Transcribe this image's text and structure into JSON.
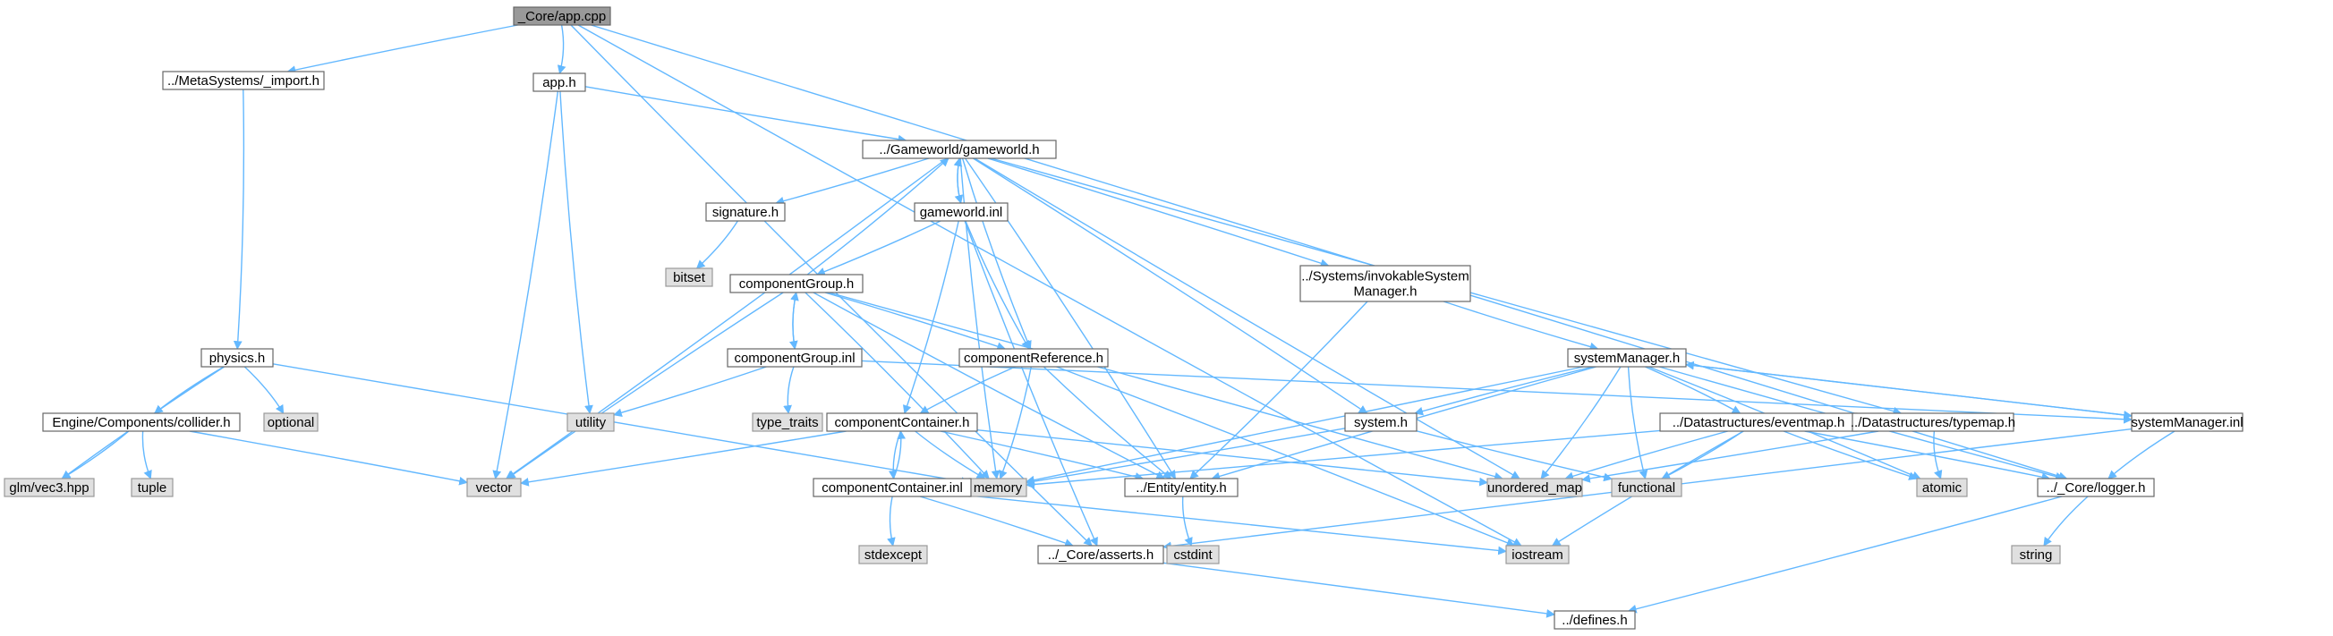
{
  "colors": {
    "edge": "#63b8ff",
    "root_fill": "#999999",
    "root_stroke": "#666666",
    "node_fill": "#ffffff",
    "node_stroke": "#666666",
    "external_fill": "#e0e0e0",
    "external_stroke": "#999999",
    "text": "#000000"
  },
  "nodes": [
    {
      "id": "app_cpp",
      "label": "_Core/app.cpp",
      "kind": "root"
    },
    {
      "id": "import_h",
      "label": "../MetaSystems/_import.h",
      "kind": "file"
    },
    {
      "id": "app_h",
      "label": "app.h",
      "kind": "file"
    },
    {
      "id": "gameworld_h",
      "label": "../Gameworld/gameworld.h",
      "kind": "file"
    },
    {
      "id": "signature_h",
      "label": "signature.h",
      "kind": "file"
    },
    {
      "id": "gameworld_inl",
      "label": "gameworld.inl",
      "kind": "file"
    },
    {
      "id": "bitset",
      "label": "bitset",
      "kind": "external"
    },
    {
      "id": "componentGroup_h",
      "label": "componentGroup.h",
      "kind": "file"
    },
    {
      "id": "invokable_h",
      "label": "../Systems/invokableSystem\nManager.h",
      "kind": "file"
    },
    {
      "id": "physics_h",
      "label": "physics.h",
      "kind": "file"
    },
    {
      "id": "componentGroup_inl",
      "label": "componentGroup.inl",
      "kind": "file"
    },
    {
      "id": "componentReference_h",
      "label": "componentReference.h",
      "kind": "file"
    },
    {
      "id": "systemManager_h",
      "label": "systemManager.h",
      "kind": "file"
    },
    {
      "id": "collider_h",
      "label": "Engine/Components/collider.h",
      "kind": "file"
    },
    {
      "id": "optional",
      "label": "optional",
      "kind": "external"
    },
    {
      "id": "utility",
      "label": "utility",
      "kind": "external"
    },
    {
      "id": "type_traits",
      "label": "type_traits",
      "kind": "external"
    },
    {
      "id": "componentContainer_h",
      "label": "componentContainer.h",
      "kind": "file"
    },
    {
      "id": "system_h",
      "label": "system.h",
      "kind": "file"
    },
    {
      "id": "eventmap_h",
      "label": "../Datastructures/eventmap.h",
      "kind": "file"
    },
    {
      "id": "typemap_h",
      "label": "../Datastructures/typemap.h",
      "kind": "file"
    },
    {
      "id": "systemManager_inl",
      "label": "systemManager.inl",
      "kind": "file"
    },
    {
      "id": "glm_vec3",
      "label": "glm/vec3.hpp",
      "kind": "external"
    },
    {
      "id": "tuple",
      "label": "tuple",
      "kind": "external"
    },
    {
      "id": "vector",
      "label": "vector",
      "kind": "external"
    },
    {
      "id": "memory",
      "label": "memory",
      "kind": "external"
    },
    {
      "id": "componentContainer_inl",
      "label": "componentContainer.inl",
      "kind": "file"
    },
    {
      "id": "entity_h",
      "label": "../Entity/entity.h",
      "kind": "file"
    },
    {
      "id": "unordered_map",
      "label": "unordered_map",
      "kind": "external"
    },
    {
      "id": "functional",
      "label": "functional",
      "kind": "external"
    },
    {
      "id": "atomic",
      "label": "atomic",
      "kind": "external"
    },
    {
      "id": "logger_h",
      "label": "../_Core/logger.h",
      "kind": "file"
    },
    {
      "id": "stdexcept",
      "label": "stdexcept",
      "kind": "external"
    },
    {
      "id": "asserts_h",
      "label": "../_Core/asserts.h",
      "kind": "file"
    },
    {
      "id": "cstdint",
      "label": "cstdint",
      "kind": "external"
    },
    {
      "id": "iostream",
      "label": "iostream",
      "kind": "external"
    },
    {
      "id": "string",
      "label": "string",
      "kind": "external"
    },
    {
      "id": "defines_h",
      "label": "../defines.h",
      "kind": "file"
    }
  ],
  "edges": [
    [
      "app_cpp",
      "import_h"
    ],
    [
      "app_cpp",
      "app_h"
    ],
    [
      "app_cpp",
      "asserts_h"
    ],
    [
      "app_cpp",
      "logger_h"
    ],
    [
      "app_cpp",
      "iostream"
    ],
    [
      "import_h",
      "physics_h"
    ],
    [
      "app_h",
      "gameworld_h"
    ],
    [
      "app_h",
      "vector"
    ],
    [
      "app_h",
      "utility"
    ],
    [
      "gameworld_h",
      "signature_h"
    ],
    [
      "gameworld_h",
      "gameworld_inl"
    ],
    [
      "gameworld_h",
      "invokable_h"
    ],
    [
      "gameworld_h",
      "componentReference_h"
    ],
    [
      "gameworld_h",
      "system_h"
    ],
    [
      "gameworld_h",
      "typemap_h"
    ],
    [
      "gameworld_h",
      "vector"
    ],
    [
      "gameworld_h",
      "memory"
    ],
    [
      "gameworld_h",
      "entity_h"
    ],
    [
      "gameworld_h",
      "unordered_map"
    ],
    [
      "signature_h",
      "bitset"
    ],
    [
      "gameworld_inl",
      "gameworld_h"
    ],
    [
      "gameworld_inl",
      "componentGroup_h"
    ],
    [
      "gameworld_inl",
      "componentReference_h"
    ],
    [
      "gameworld_inl",
      "componentContainer_h"
    ],
    [
      "gameworld_inl",
      "asserts_h"
    ],
    [
      "componentGroup_h",
      "gameworld_h"
    ],
    [
      "componentGroup_h",
      "componentGroup_inl"
    ],
    [
      "componentGroup_h",
      "componentReference_h"
    ],
    [
      "componentGroup_h",
      "vector"
    ],
    [
      "componentGroup_h",
      "memory"
    ],
    [
      "componentGroup_h",
      "entity_h"
    ],
    [
      "componentGroup_h",
      "unordered_map"
    ],
    [
      "componentGroup_inl",
      "componentGroup_h"
    ],
    [
      "componentGroup_inl",
      "utility"
    ],
    [
      "componentGroup_inl",
      "type_traits"
    ],
    [
      "componentGroup_inl",
      "systemManager_inl"
    ],
    [
      "invokable_h",
      "systemManager_h"
    ],
    [
      "invokable_h",
      "entity_h"
    ],
    [
      "physics_h",
      "collider_h"
    ],
    [
      "physics_h",
      "optional"
    ],
    [
      "physics_h",
      "glm_vec3"
    ],
    [
      "physics_h",
      "memory"
    ],
    [
      "componentReference_h",
      "componentContainer_h"
    ],
    [
      "componentReference_h",
      "memory"
    ],
    [
      "componentReference_h",
      "entity_h"
    ],
    [
      "componentReference_h",
      "iostream"
    ],
    [
      "systemManager_h",
      "system_h"
    ],
    [
      "systemManager_h",
      "eventmap_h"
    ],
    [
      "systemManager_h",
      "systemManager_inl"
    ],
    [
      "systemManager_h",
      "memory"
    ],
    [
      "systemManager_h",
      "entity_h"
    ],
    [
      "systemManager_h",
      "unordered_map"
    ],
    [
      "systemManager_h",
      "functional"
    ],
    [
      "systemManager_h",
      "atomic"
    ],
    [
      "systemManager_h",
      "logger_h"
    ],
    [
      "collider_h",
      "glm_vec3"
    ],
    [
      "collider_h",
      "tuple"
    ],
    [
      "collider_h",
      "vector"
    ],
    [
      "componentContainer_h",
      "componentContainer_inl"
    ],
    [
      "componentContainer_h",
      "vector"
    ],
    [
      "componentContainer_h",
      "memory"
    ],
    [
      "componentContainer_h",
      "entity_h"
    ],
    [
      "componentContainer_h",
      "unordered_map"
    ],
    [
      "componentContainer_inl",
      "componentContainer_h"
    ],
    [
      "componentContainer_inl",
      "stdexcept"
    ],
    [
      "componentContainer_inl",
      "asserts_h"
    ],
    [
      "componentContainer_inl",
      "iostream"
    ],
    [
      "system_h",
      "memory"
    ],
    [
      "system_h",
      "functional"
    ],
    [
      "eventmap_h",
      "memory"
    ],
    [
      "eventmap_h",
      "unordered_map"
    ],
    [
      "eventmap_h",
      "functional"
    ],
    [
      "eventmap_h",
      "atomic"
    ],
    [
      "eventmap_h",
      "logger_h"
    ],
    [
      "eventmap_h",
      "iostream"
    ],
    [
      "typemap_h",
      "unordered_map"
    ],
    [
      "typemap_h",
      "atomic"
    ],
    [
      "systemManager_inl",
      "systemManager_h"
    ],
    [
      "systemManager_inl",
      "logger_h"
    ],
    [
      "systemManager_inl",
      "asserts_h"
    ],
    [
      "entity_h",
      "cstdint"
    ],
    [
      "asserts_h",
      "defines_h"
    ],
    [
      "logger_h",
      "string"
    ],
    [
      "logger_h",
      "defines_h"
    ]
  ]
}
